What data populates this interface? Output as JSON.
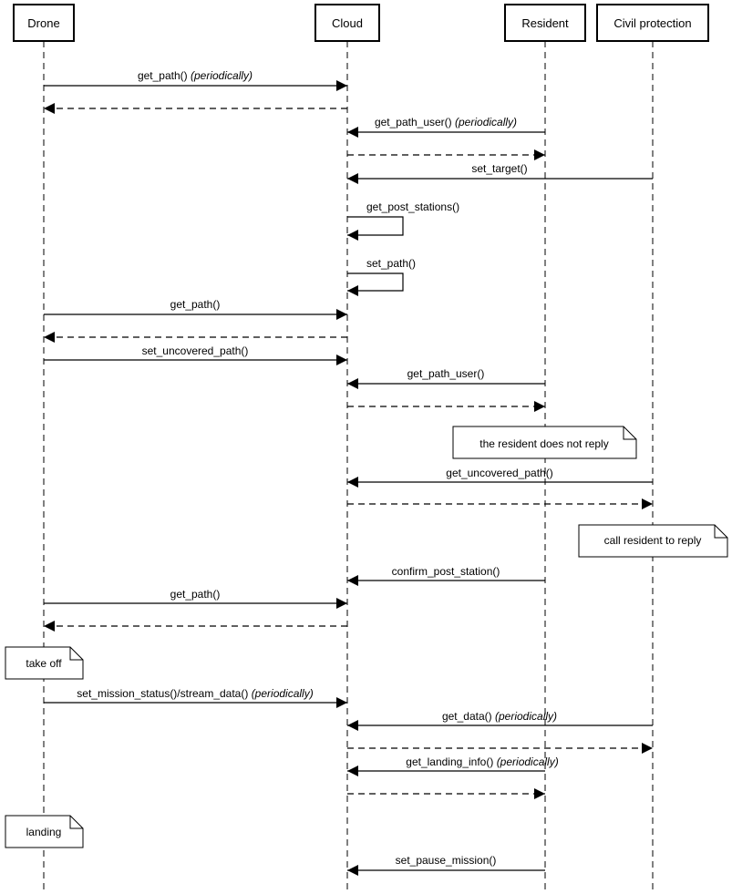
{
  "participants": [
    {
      "id": "drone",
      "label": "Drone"
    },
    {
      "id": "cloud",
      "label": "Cloud"
    },
    {
      "id": "resident",
      "label": "Resident"
    },
    {
      "id": "civil",
      "label": "Civil protection"
    }
  ],
  "messages": [
    {
      "from": "drone",
      "to": "cloud",
      "label": "get_path()",
      "suffix": "(periodically)",
      "kind": "call"
    },
    {
      "from": "cloud",
      "to": "drone",
      "label": "",
      "suffix": "",
      "kind": "reply"
    },
    {
      "from": "resident",
      "to": "cloud",
      "label": "get_path_user()",
      "suffix": "(periodically)",
      "kind": "call"
    },
    {
      "from": "cloud",
      "to": "resident",
      "label": "",
      "suffix": "",
      "kind": "reply"
    },
    {
      "from": "civil",
      "to": "cloud",
      "label": "set_target()",
      "suffix": "",
      "kind": "call"
    },
    {
      "from": "cloud",
      "to": "cloud",
      "label": "get_post_stations()",
      "suffix": "",
      "kind": "self"
    },
    {
      "from": "cloud",
      "to": "cloud",
      "label": "set_path()",
      "suffix": "",
      "kind": "self"
    },
    {
      "from": "drone",
      "to": "cloud",
      "label": "get_path()",
      "suffix": "",
      "kind": "call"
    },
    {
      "from": "cloud",
      "to": "drone",
      "label": "",
      "suffix": "",
      "kind": "reply"
    },
    {
      "from": "drone",
      "to": "cloud",
      "label": "set_uncovered_path()",
      "suffix": "",
      "kind": "call"
    },
    {
      "from": "resident",
      "to": "cloud",
      "label": "get_path_user()",
      "suffix": "",
      "kind": "call"
    },
    {
      "from": "cloud",
      "to": "resident",
      "label": "",
      "suffix": "",
      "kind": "reply"
    },
    {
      "from": "civil",
      "to": "cloud",
      "label": "get_uncovered_path()",
      "suffix": "",
      "kind": "call"
    },
    {
      "from": "cloud",
      "to": "civil",
      "label": "",
      "suffix": "",
      "kind": "reply"
    },
    {
      "from": "resident",
      "to": "cloud",
      "label": "confirm_post_station()",
      "suffix": "",
      "kind": "call"
    },
    {
      "from": "drone",
      "to": "cloud",
      "label": "get_path()",
      "suffix": "",
      "kind": "call"
    },
    {
      "from": "cloud",
      "to": "drone",
      "label": "",
      "suffix": "",
      "kind": "reply"
    },
    {
      "from": "drone",
      "to": "cloud",
      "label": "set_mission_status()/stream_data()",
      "suffix": "(periodically)",
      "kind": "call"
    },
    {
      "from": "civil",
      "to": "cloud",
      "label": "get_data()",
      "suffix": "(periodically)",
      "kind": "call"
    },
    {
      "from": "cloud",
      "to": "civil",
      "label": "",
      "suffix": "",
      "kind": "reply"
    },
    {
      "from": "resident",
      "to": "cloud",
      "label": "get_landing_info()",
      "suffix": "(periodically)",
      "kind": "call"
    },
    {
      "from": "cloud",
      "to": "resident",
      "label": "",
      "suffix": "",
      "kind": "reply"
    },
    {
      "from": "resident",
      "to": "cloud",
      "label": "set_pause_mission()",
      "suffix": "",
      "kind": "call"
    }
  ],
  "notes": [
    {
      "label": "the resident does not reply",
      "near": "resident"
    },
    {
      "label": "call resident to reply",
      "near": "civil"
    },
    {
      "label": "take off",
      "near": "drone"
    },
    {
      "label": "landing",
      "near": "drone"
    }
  ]
}
